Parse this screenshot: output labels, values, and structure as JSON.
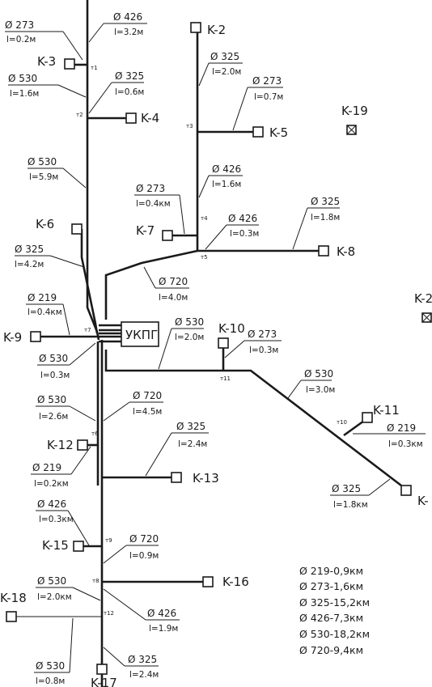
{
  "station": "УКПГ",
  "wells": {
    "k2": "K-2",
    "k3": "K-3",
    "k4": "K-4",
    "k5": "K-5",
    "k6": "K-6",
    "k7": "K-7",
    "k8": "K-8",
    "k9": "K-9",
    "k10": "K-10",
    "k11": "K-11",
    "k12": "K-12",
    "k13": "K-13",
    "k14": "K-",
    "k15": "K-15",
    "k16": "K-16",
    "k17": "K-17",
    "k18": "K-18",
    "k19": "K-19",
    "k20": "K-2"
  },
  "segments": {
    "s1": {
      "d": "Ø 273",
      "l": "l=0.2м"
    },
    "s2": {
      "d": "Ø 426",
      "l": "l=3.2м"
    },
    "s3": {
      "d": "Ø 530",
      "l": "l=1.6м"
    },
    "s4": {
      "d": "Ø 325",
      "l": "l=0.6м"
    },
    "s5": {
      "d": "Ø 325",
      "l": "l=2.0м"
    },
    "s6": {
      "d": "Ø 273",
      "l": "l=0.7м"
    },
    "s7": {
      "d": "Ø 530",
      "l": "l=5.9м"
    },
    "s8": {
      "d": "Ø 426",
      "l": "l=1.6м"
    },
    "s9": {
      "d": "Ø 273",
      "l": "l=0.4км"
    },
    "s10": {
      "d": "Ø 426",
      "l": "l=0.3м"
    },
    "s11": {
      "d": "Ø 325",
      "l": "l=1.8м"
    },
    "s12": {
      "d": "Ø 325",
      "l": "l=4.2м"
    },
    "s13": {
      "d": "Ø 720",
      "l": "l=4.0м"
    },
    "s14": {
      "d": "Ø 219",
      "l": "l=0.4км"
    },
    "s15": {
      "d": "Ø 530",
      "l": "l=2.0м"
    },
    "s16": {
      "d": "Ø 273",
      "l": "l=0.3м"
    },
    "s17": {
      "d": "Ø 530",
      "l": "l=0.3м"
    },
    "s18": {
      "d": "Ø 530",
      "l": "l=3.0м"
    },
    "s19": {
      "d": "Ø 530",
      "l": "l=2.6м"
    },
    "s20": {
      "d": "Ø 720",
      "l": "l=4.5м"
    },
    "s21": {
      "d": "Ø 219",
      "l": "l=0.3км"
    },
    "s22": {
      "d": "Ø 325",
      "l": "l=2.4м"
    },
    "s23": {
      "d": "Ø 219",
      "l": "l=0.2км"
    },
    "s24": {
      "d": "Ø 325",
      "l": "l=1.8км"
    },
    "s25": {
      "d": "Ø 426",
      "l": "l=0.3км"
    },
    "s26": {
      "d": "Ø 720",
      "l": "l=0.9м"
    },
    "s27": {
      "d": "Ø 530",
      "l": "l=2.0км"
    },
    "s28": {
      "d": "Ø 426",
      "l": "l=1.9м"
    },
    "s29": {
      "d": "Ø 530",
      "l": "l=0.8м"
    },
    "s30": {
      "d": "Ø 325",
      "l": "l=2.4м"
    }
  },
  "nodes": [
    "т1",
    "т2",
    "т3",
    "т4",
    "т5",
    "т6",
    "т7",
    "т8",
    "т9",
    "т10",
    "т11",
    "т12"
  ],
  "legend": [
    "Ø 219-0,9км",
    "Ø 273-1,6км",
    "Ø 325-15,2км",
    "Ø 426-7,3км",
    "Ø 530-18,2км",
    "Ø 720-9,4км"
  ]
}
